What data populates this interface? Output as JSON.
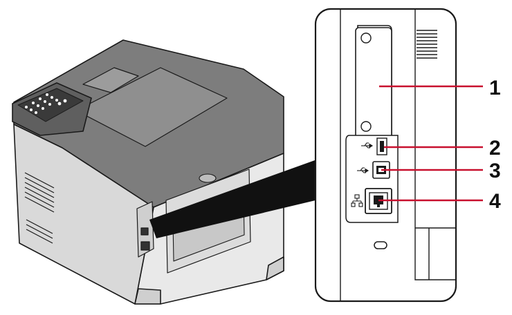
{
  "colors": {
    "callout_line": "#c8102e",
    "outline": "#1a1a1a",
    "body_light": "#e9e9e9",
    "body_mid": "#d6d6d6",
    "top_dark": "#7d7d7d",
    "wedge": "#111111"
  },
  "callouts": [
    {
      "number": "1",
      "part": "interface-slot"
    },
    {
      "number": "2",
      "part": "usb-host-port"
    },
    {
      "number": "3",
      "part": "usb-device-port"
    },
    {
      "number": "4",
      "part": "network-port"
    }
  ],
  "icons": {
    "usb_host": "usb-icon",
    "usb_device": "usb-icon",
    "network": "network-icon"
  }
}
